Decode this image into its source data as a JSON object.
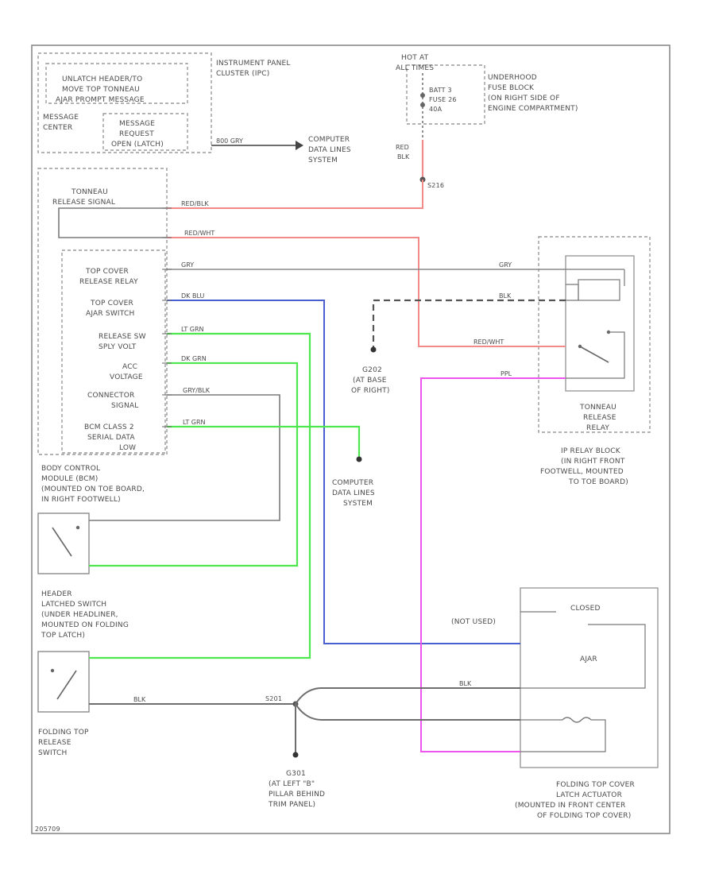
{
  "footer_code": "205709",
  "components": {
    "latch_header_ctrl": [
      "UNLATCH HEADER/TO",
      "MOVE TOP TONNEAU",
      "AJAR PROMPT MESSAGE"
    ],
    "message_center": [
      "MESSAGE",
      "CENTER"
    ],
    "message_request": [
      "MESSAGE",
      "REQUEST",
      "OPEN (LATCH)"
    ],
    "ipc": [
      "INSTRUMENT PANEL",
      "CLUSTER (IPC)"
    ],
    "computer_data_top": [
      "COMPUTER",
      "DATA LINES",
      "SYSTEM"
    ],
    "hot_at_all_times": [
      "HOT AT",
      "ALL TIMES"
    ],
    "batt_fuse": [
      "BATT 3",
      "FUSE 26",
      "40A"
    ],
    "underhood_fuse_block": [
      "UNDERHOOD",
      "FUSE BLOCK",
      "(ON RIGHT SIDE OF",
      "ENGINE COMPARTMENT)"
    ],
    "tonneau_release_sig": [
      "TONNEAU",
      "RELEASE SIGNAL"
    ],
    "top_cover_release_relay": [
      "TOP COVER",
      "RELEASE RELAY"
    ],
    "top_cover_ajar": [
      "TOP COVER",
      "AJAR SWITCH"
    ],
    "release_sw_volt": [
      "RELEASE SW",
      "SPLY VOLT"
    ],
    "acc_voltage": [
      "ACC",
      "VOLTAGE"
    ],
    "connector_signal": [
      "CONNECTOR",
      "SIGNAL"
    ],
    "bcm_class2": [
      "BCM CLASS 2",
      "SERIAL DATA",
      "LOW"
    ],
    "bcm_label": [
      "BODY CONTROL",
      "MODULE (BCM)",
      "(MOUNTED ON TOE BOARD,",
      "IN RIGHT FOOTWELL)"
    ],
    "g202": [
      "G202",
      "(AT BASE",
      "OF RIGHT)"
    ],
    "computer_data_mid": [
      "COMPUTER",
      "DATA LINES",
      "SYSTEM"
    ],
    "tonneau_relay": [
      "TONNEAU",
      "RELEASE",
      "RELAY"
    ],
    "ip_relay_block": [
      "IP RELAY BLOCK",
      "(IN RIGHT FRONT",
      "FOOTWELL, MOUNTED",
      "TO TOE BOARD)"
    ],
    "header_switch": [
      "HEADER",
      "LATCHED SWITCH",
      "(UNDER HEADLINER,",
      "MOUNTED ON FOLDING",
      "TOP LATCH)"
    ],
    "folding_top_switch": [
      "FOLDING TOP",
      "RELEASE",
      "SWITCH"
    ],
    "g301": [
      "G301",
      "(AT LEFT \"B\"",
      "PILLAR BEHIND",
      "TRIM PANEL)"
    ],
    "actuator": [
      "FOLDING TOP COVER",
      "LATCH ACTUATOR",
      "(MOUNTED IN FRONT CENTER",
      "OF FOLDING TOP COVER)"
    ],
    "not_used": "(NOT USED)",
    "closed": "CLOSED",
    "ajar": "AJAR",
    "s201": "S201",
    "s216": "S216"
  },
  "wires": {
    "w1": "800  GRY",
    "w2": "RED/BLK",
    "w3": "RED/WHT",
    "w4": "GRY",
    "w5": "DK BLU",
    "w6": "LT GRN",
    "w7": "DK GRN",
    "w8": "GRY/BLK",
    "w9": "LT GRN",
    "w10": "BLK",
    "w11": "PPL",
    "w12": "RED/WHT",
    "w13": "BLK",
    "w14": "GRY",
    "w15": "BLK",
    "w16": "RED",
    "w17": "BLK"
  },
  "colors": {
    "red": "#f28a8a",
    "blue": "#4a5fcf",
    "green": "#4ee84e",
    "magenta": "#ee55ee",
    "black": "#6e6e6e"
  }
}
